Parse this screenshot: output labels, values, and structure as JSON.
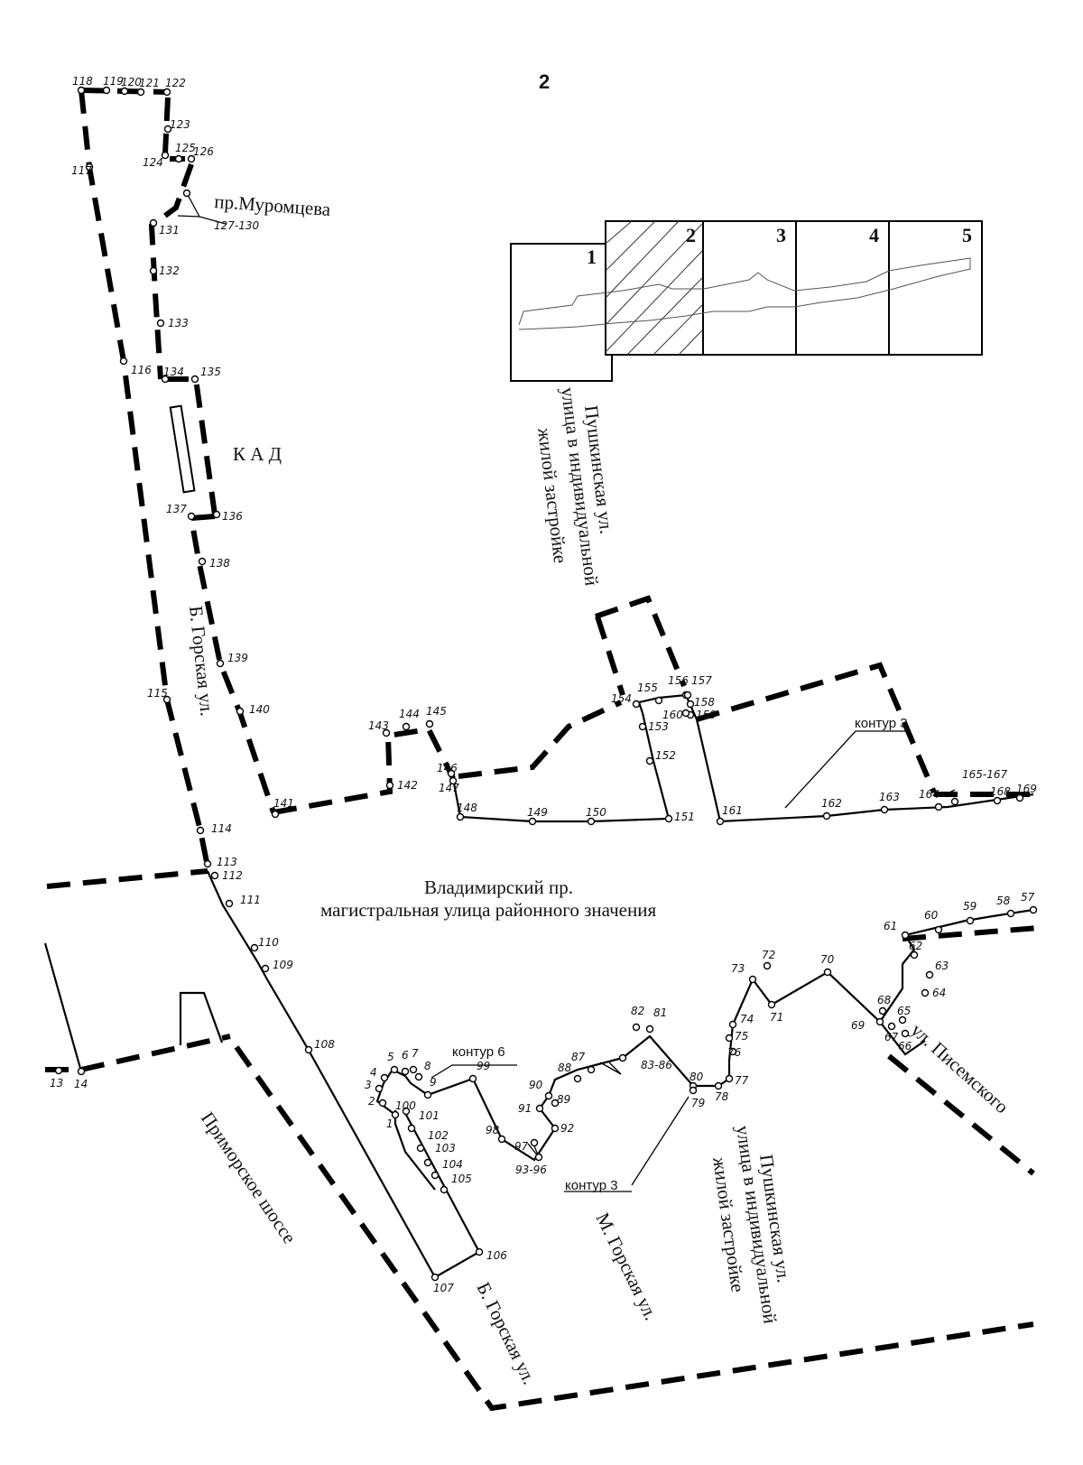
{
  "page_number": "2",
  "index_sheets": [
    "1",
    "2",
    "3",
    "4",
    "5"
  ],
  "street_labels": {
    "muromtseva": "пр.Муромцева",
    "kad": "К А Д",
    "pushkinskaya_top_1": "Пушкинская ул.",
    "pushkinskaya_top_2": "улица в индивидуальной",
    "pushkinskaya_top_3": "жилой застройке",
    "b_gorskaya_top": "Б. Горская ул.",
    "vladimirsky_1": "Владимирский пр.",
    "vladimirsky_2": "магистральная улица районного значения",
    "primorskoe": "Приморское шоссе",
    "b_gorskaya_bottom": "Б. Горская ул.",
    "m_gorskaya": "М. Горская ул.",
    "pushkinskaya_bot_1": "Пушкинская ул.",
    "pushkinskaya_bot_2": "улица в индивидуальной",
    "pushkinskaya_bot_3": "жилой застройке",
    "pisemskogo": "ул. Писемского"
  },
  "contour_labels": {
    "c3_top": "контур 3",
    "c3_bottom": "контур 3",
    "c6": "контур 6"
  },
  "points": [
    {
      "label": "118"
    },
    {
      "label": "119"
    },
    {
      "label": "120"
    },
    {
      "label": "121"
    },
    {
      "label": "122"
    },
    {
      "label": "123"
    },
    {
      "label": "124"
    },
    {
      "label": "125"
    },
    {
      "label": "126"
    },
    {
      "label": "127-130"
    },
    {
      "label": "131"
    },
    {
      "label": "132"
    },
    {
      "label": "133"
    },
    {
      "label": "134"
    },
    {
      "label": "135"
    },
    {
      "label": "136"
    },
    {
      "label": "137"
    },
    {
      "label": "138"
    },
    {
      "label": "139"
    },
    {
      "label": "140"
    },
    {
      "label": "141"
    },
    {
      "label": "142"
    },
    {
      "label": "143"
    },
    {
      "label": "144"
    },
    {
      "label": "145"
    },
    {
      "label": "146"
    },
    {
      "label": "147"
    },
    {
      "label": "148"
    },
    {
      "label": "149"
    },
    {
      "label": "150"
    },
    {
      "label": "151"
    },
    {
      "label": "152"
    },
    {
      "label": "153"
    },
    {
      "label": "154"
    },
    {
      "label": "155"
    },
    {
      "label": "156"
    },
    {
      "label": "157"
    },
    {
      "label": "158"
    },
    {
      "label": "159"
    },
    {
      "label": "160"
    },
    {
      "label": "161"
    },
    {
      "label": "162"
    },
    {
      "label": "163"
    },
    {
      "label": "164"
    },
    {
      "label": "165-167"
    },
    {
      "label": "168"
    },
    {
      "label": "169"
    },
    {
      "label": "117"
    },
    {
      "label": "116"
    },
    {
      "label": "115"
    },
    {
      "label": "114"
    },
    {
      "label": "113"
    },
    {
      "label": "112"
    },
    {
      "label": "111"
    },
    {
      "label": "110"
    },
    {
      "label": "109"
    },
    {
      "label": "108"
    },
    {
      "label": "107"
    },
    {
      "label": "106"
    },
    {
      "label": "105"
    },
    {
      "label": "104"
    },
    {
      "label": "103"
    },
    {
      "label": "102"
    },
    {
      "label": "101"
    },
    {
      "label": "100"
    },
    {
      "label": "1"
    },
    {
      "label": "2"
    },
    {
      "label": "3"
    },
    {
      "label": "4"
    },
    {
      "label": "5"
    },
    {
      "label": "6"
    },
    {
      "label": "7"
    },
    {
      "label": "8"
    },
    {
      "label": "9"
    },
    {
      "label": "99"
    },
    {
      "label": "98"
    },
    {
      "label": "97"
    },
    {
      "label": "93-96"
    },
    {
      "label": "92"
    },
    {
      "label": "91"
    },
    {
      "label": "90"
    },
    {
      "label": "89"
    },
    {
      "label": "88"
    },
    {
      "label": "87"
    },
    {
      "label": "83-86"
    },
    {
      "label": "82"
    },
    {
      "label": "81"
    },
    {
      "label": "80"
    },
    {
      "label": "79"
    },
    {
      "label": "78"
    },
    {
      "label": "77"
    },
    {
      "label": "76"
    },
    {
      "label": "75"
    },
    {
      "label": "74"
    },
    {
      "label": "73"
    },
    {
      "label": "72"
    },
    {
      "label": "71"
    },
    {
      "label": "70"
    },
    {
      "label": "69"
    },
    {
      "label": "68"
    },
    {
      "label": "67"
    },
    {
      "label": "66"
    },
    {
      "label": "65"
    },
    {
      "label": "64"
    },
    {
      "label": "63"
    },
    {
      "label": "62"
    },
    {
      "label": "61"
    },
    {
      "label": "60"
    },
    {
      "label": "59"
    },
    {
      "label": "58"
    },
    {
      "label": "57"
    },
    {
      "label": "13"
    },
    {
      "label": "14"
    }
  ]
}
